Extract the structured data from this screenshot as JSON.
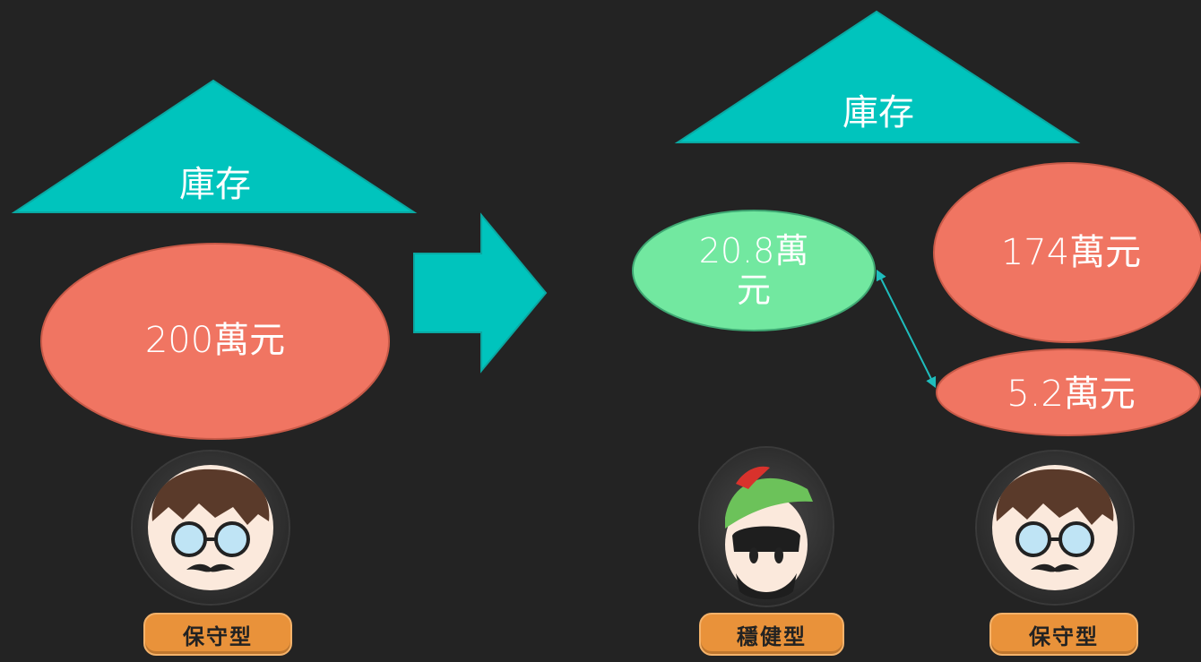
{
  "colors": {
    "background": "#232323",
    "teal": "#00c4bd",
    "salmon": "#f07562",
    "salmon_border": "#c85a48",
    "green": "#72e8a0",
    "badge": "#e9923a"
  },
  "left": {
    "triangle_label": "庫存",
    "amount_label": "200萬元",
    "persona_label": "保守型",
    "persona_icon": "conservative-investor-avatar-icon"
  },
  "transition_icon": "right-arrow-icon",
  "right": {
    "triangle_label": "庫存",
    "green_amount_label": "20.8萬元",
    "main_amount_label": "174萬元",
    "small_amount_label": "5.2萬元",
    "connector_icon": "double-headed-arrow-icon",
    "personas": [
      {
        "label": "穩健型",
        "icon": "steady-investor-avatar-icon"
      },
      {
        "label": "保守型",
        "icon": "conservative-investor-avatar-icon"
      }
    ]
  }
}
